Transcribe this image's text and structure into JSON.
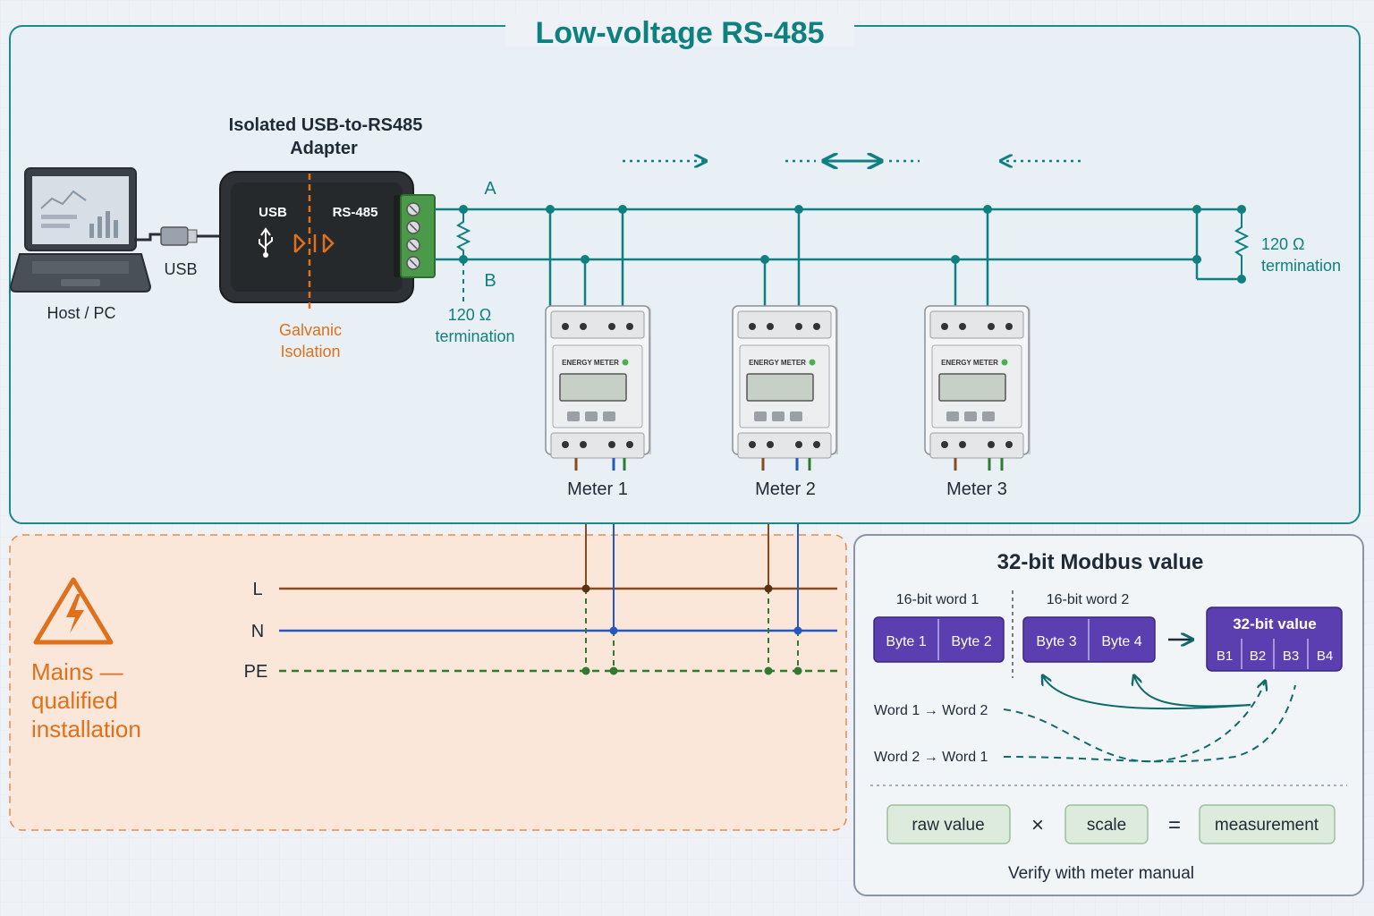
{
  "colors": {
    "teal": "#0f8080",
    "orange": "#e0701a",
    "brown": "#8a4a1c",
    "blue": "#2458c0",
    "green": "#2f7a2f",
    "purple": "#5b3fb0",
    "mint": "#dcebdc"
  },
  "low_voltage": {
    "title": "Low-voltage RS-485",
    "host_label": "Host / PC",
    "usb_cable_label": "USB",
    "adapter_title_line1": "Isolated USB-to-RS485",
    "adapter_title_line2": "Adapter",
    "adapter_port_usb": "USB",
    "adapter_port_rs485": "RS-485",
    "isolation_line1": "Galvanic",
    "isolation_line2": "Isolation",
    "line_a": "A",
    "line_b": "B",
    "left_termination_value": "120 Ω",
    "left_termination_label": "termination",
    "right_termination_value": "120 Ω",
    "right_termination_label": "termination",
    "meters": [
      {
        "face": "ENERGY METER",
        "label": "Meter 1"
      },
      {
        "face": "ENERGY METER",
        "label": "Meter 2"
      },
      {
        "face": "ENERGY METER",
        "label": "Meter 3"
      }
    ]
  },
  "mains": {
    "warning_line1": "Mains —",
    "warning_line2": "qualified",
    "warning_line3": "installation",
    "l_label": "L",
    "n_label": "N",
    "pe_label": "PE"
  },
  "modbus": {
    "title": "32-bit Modbus value",
    "word1_label": "16-bit word 1",
    "word2_label": "16-bit word 2",
    "byte1": "Byte 1",
    "byte2": "Byte 2",
    "byte3": "Byte 3",
    "byte4": "Byte 4",
    "value_label": "32-bit value",
    "b1": "B1",
    "b2": "B2",
    "b3": "B3",
    "b4": "B4",
    "order1": "Word 1 → Word 2",
    "order2": "Word 2 → Word 1",
    "raw": "raw value",
    "times": "×",
    "scale": "scale",
    "equals": "=",
    "measurement": "measurement",
    "note": "Verify with meter manual"
  }
}
